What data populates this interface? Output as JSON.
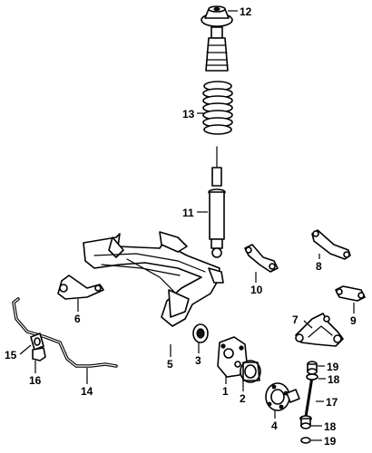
{
  "diagram": {
    "callouts": [
      {
        "id": "1",
        "label": "1"
      },
      {
        "id": "2",
        "label": "2"
      },
      {
        "id": "3",
        "label": "3"
      },
      {
        "id": "4",
        "label": "4"
      },
      {
        "id": "5",
        "label": "5"
      },
      {
        "id": "6",
        "label": "6"
      },
      {
        "id": "7",
        "label": "7"
      },
      {
        "id": "8",
        "label": "8"
      },
      {
        "id": "9",
        "label": "9"
      },
      {
        "id": "10",
        "label": "10"
      },
      {
        "id": "11",
        "label": "11"
      },
      {
        "id": "12",
        "label": "12"
      },
      {
        "id": "13",
        "label": "13"
      },
      {
        "id": "14",
        "label": "14"
      },
      {
        "id": "15",
        "label": "15"
      },
      {
        "id": "16",
        "label": "16"
      },
      {
        "id": "17",
        "label": "17"
      },
      {
        "id": "18a",
        "label": "18"
      },
      {
        "id": "18b",
        "label": "18"
      },
      {
        "id": "19a",
        "label": "19"
      },
      {
        "id": "19b",
        "label": "19"
      }
    ]
  }
}
